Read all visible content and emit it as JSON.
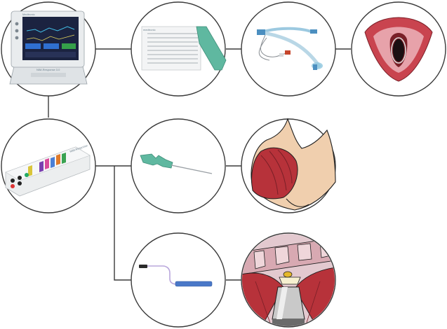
{
  "diagram": {
    "nodes": [
      {
        "id": "monitor",
        "depicts": "monitor-icon"
      },
      {
        "id": "endotracheal-electrode-strip",
        "depicts": "electrode-strip-icon"
      },
      {
        "id": "endotracheal-tube",
        "depicts": "endotracheal-tube-icon"
      },
      {
        "id": "larynx-view",
        "depicts": "larynx-icon"
      },
      {
        "id": "interface-box",
        "depicts": "interface-box-icon"
      },
      {
        "id": "needle-electrode",
        "depicts": "needle-electrode-icon"
      },
      {
        "id": "shoulder-muscle",
        "depicts": "shoulder-muscle-icon"
      },
      {
        "id": "stimulation-probe",
        "depicts": "probe-icon"
      },
      {
        "id": "spinal-surgery",
        "depicts": "spine-surgery-icon"
      }
    ],
    "connections": [
      [
        "monitor",
        "endotracheal-electrode-strip"
      ],
      [
        "endotracheal-electrode-strip",
        "endotracheal-tube"
      ],
      [
        "endotracheal-tube",
        "larynx-view"
      ],
      [
        "monitor",
        "interface-box"
      ],
      [
        "interface-box",
        "needle-electrode"
      ],
      [
        "needle-electrode",
        "shoulder-muscle"
      ],
      [
        "interface-box",
        "stimulation-probe"
      ],
      [
        "stimulation-probe",
        "spinal-surgery"
      ]
    ]
  },
  "labels": {
    "monitor_brand": "Medtronic",
    "monitor_model": "NIM-Response 3.0",
    "strip_brand": "medtronic",
    "box_label": "NIM-Response"
  },
  "colors": {
    "line": "#3a3a3a",
    "electrode_green": "#5fb8a0",
    "muscle_red": "#b7323a",
    "skin": "#f0cfae",
    "probe_blue": "#4a78c8"
  }
}
